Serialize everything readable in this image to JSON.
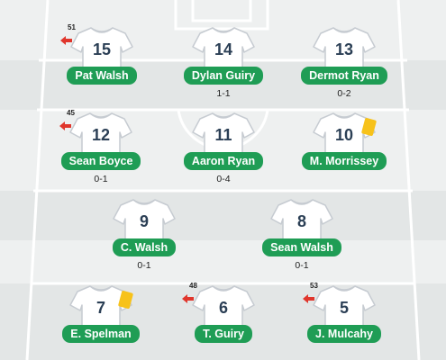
{
  "colors": {
    "name_badge": "#1f9d55",
    "shirt_fill": "#ffffff",
    "shirt_stroke": "#c6cbd1",
    "sub_arrow": "#e0362c",
    "yellow_card": "#f7c21a",
    "pitch_light": "#eef0f0",
    "pitch_dark": "#e2e5e5",
    "lines": "#ffffff"
  },
  "players": [
    {
      "number": "15",
      "name": "Pat Walsh",
      "score": "",
      "sub_minute": "51",
      "card": ""
    },
    {
      "number": "14",
      "name": "Dylan Guiry",
      "score": "1-1",
      "sub_minute": "",
      "card": ""
    },
    {
      "number": "13",
      "name": "Dermot Ryan",
      "score": "0-2",
      "sub_minute": "",
      "card": ""
    },
    {
      "number": "12",
      "name": "Sean Boyce",
      "score": "0-1",
      "sub_minute": "45",
      "card": ""
    },
    {
      "number": "11",
      "name": "Aaron Ryan",
      "score": "0-4",
      "sub_minute": "",
      "card": ""
    },
    {
      "number": "10",
      "name": "M. Morrissey",
      "score": "",
      "sub_minute": "",
      "card": "yellow"
    },
    {
      "number": "9",
      "name": "C. Walsh",
      "score": "0-1",
      "sub_minute": "",
      "card": ""
    },
    {
      "number": "8",
      "name": "Sean Walsh",
      "score": "0-1",
      "sub_minute": "",
      "card": ""
    },
    {
      "number": "7",
      "name": "E. Spelman",
      "score": "",
      "sub_minute": "",
      "card": "yellow"
    },
    {
      "number": "6",
      "name": "T. Guiry",
      "score": "",
      "sub_minute": "48",
      "card": ""
    },
    {
      "number": "5",
      "name": "J. Mulcahy",
      "score": "",
      "sub_minute": "53",
      "card": ""
    }
  ]
}
